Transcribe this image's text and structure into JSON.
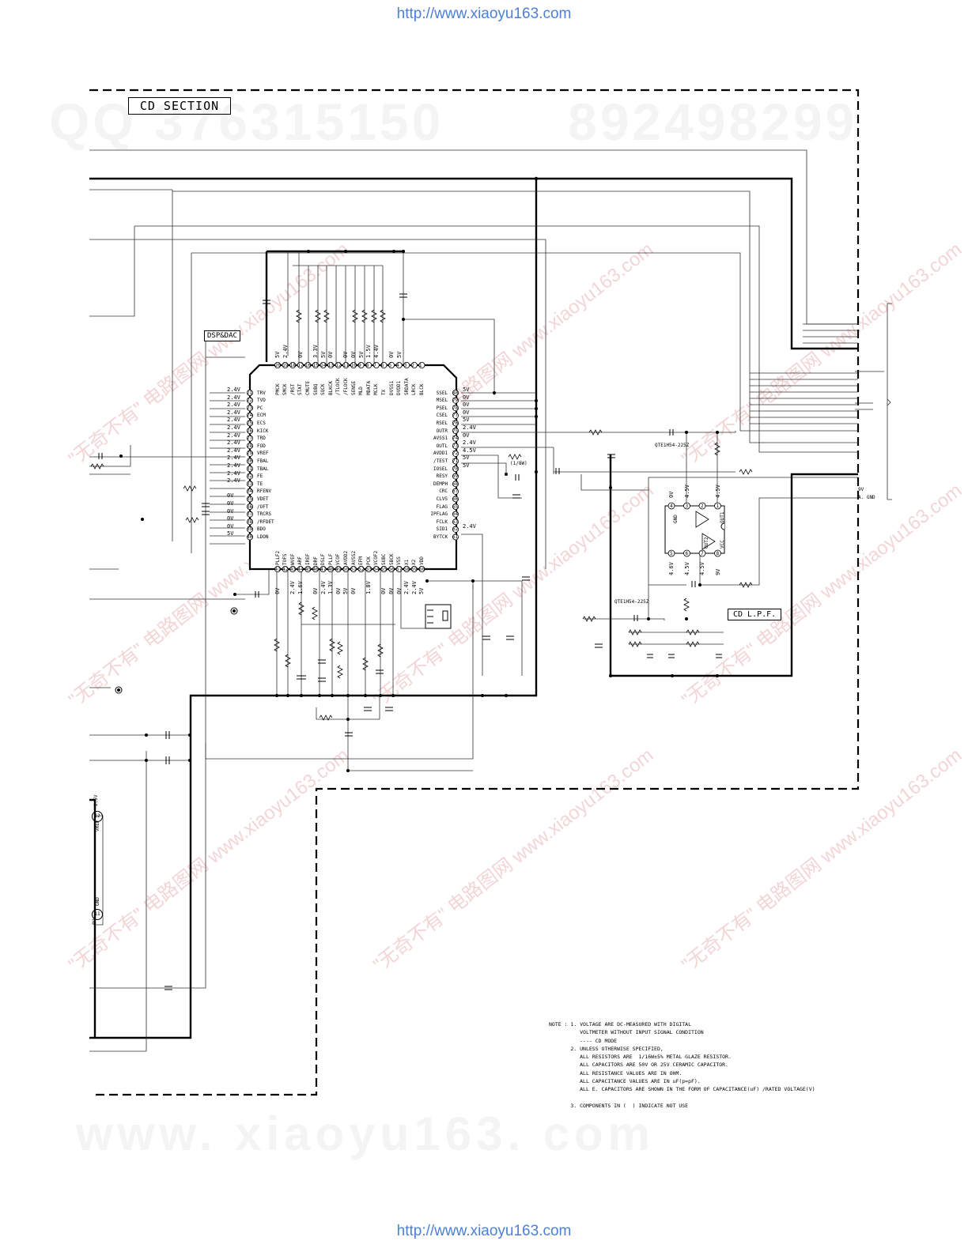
{
  "header_url": "http://www.xiaoyu163.com",
  "footer_url": "http://www.xiaoyu163.com",
  "watermarks": {
    "qq": "QQ 376315150",
    "phone": "892498299",
    "site": "www. xiaoyu163. com",
    "cn": "\"无奇不有\" 电路图网 www.xiaoyu163.com"
  },
  "section_title": "CD SECTION",
  "dsp_label": "DSP&DAC",
  "lpf_label": "CD L.P.F.",
  "ic_main": {
    "left_pins": [
      {
        "num": "21",
        "name": "TRV",
        "volt": "2.4V"
      },
      {
        "num": "22",
        "name": "TVD",
        "volt": "2.4V"
      },
      {
        "num": "23",
        "name": "PC",
        "volt": "2.4V"
      },
      {
        "num": "24",
        "name": "ECM",
        "volt": "2.4V"
      },
      {
        "num": "25",
        "name": "ECS",
        "volt": "2.4V"
      },
      {
        "num": "26",
        "name": "KICK",
        "volt": "2.4V"
      },
      {
        "num": "27",
        "name": "TRD",
        "volt": "2.4V"
      },
      {
        "num": "28",
        "name": "FOD",
        "volt": "2.4V"
      },
      {
        "num": "29",
        "name": "VREF",
        "volt": "2.4V"
      },
      {
        "num": "30",
        "name": "FBAL",
        "volt": "2.4V"
      },
      {
        "num": "31",
        "name": "TBAL",
        "volt": "2.4V"
      },
      {
        "num": "32",
        "name": "FE",
        "volt": "2.4V"
      },
      {
        "num": "33",
        "name": "TE",
        "volt": "2.4V"
      },
      {
        "num": "34",
        "name": "RFENV",
        "volt": ""
      },
      {
        "num": "35",
        "name": "VDET",
        "volt": "0V"
      },
      {
        "num": "36",
        "name": "/OFT",
        "volt": "0V"
      },
      {
        "num": "37",
        "name": "TRCRS",
        "volt": "0V"
      },
      {
        "num": "38",
        "name": "/RFDET",
        "volt": "0V"
      },
      {
        "num": "39",
        "name": "BDO",
        "volt": "0V"
      },
      {
        "num": "40",
        "name": "LDON",
        "volt": "5V"
      }
    ],
    "right_pins": [
      {
        "num": "80",
        "name": "SSEL",
        "volt": "5V"
      },
      {
        "num": "79",
        "name": "MSEL",
        "volt": "0V"
      },
      {
        "num": "78",
        "name": "PSEL",
        "volt": "0V"
      },
      {
        "num": "77",
        "name": "CSEL",
        "volt": "0V"
      },
      {
        "num": "76",
        "name": "RSEL",
        "volt": "5V"
      },
      {
        "num": "75",
        "name": "OUTR",
        "volt": "2.4V"
      },
      {
        "num": "74",
        "name": "AVSS1",
        "volt": "0V"
      },
      {
        "num": "73",
        "name": "OUTL",
        "volt": "2.4V"
      },
      {
        "num": "72",
        "name": "AVDD1",
        "volt": "4.5V"
      },
      {
        "num": "71",
        "name": "/TEST",
        "volt": "5V"
      },
      {
        "num": "70",
        "name": "IOSEL",
        "volt": "5V"
      },
      {
        "num": "69",
        "name": "RESY",
        "volt": ""
      },
      {
        "num": "68",
        "name": "DEMPH",
        "volt": ""
      },
      {
        "num": "67",
        "name": "CRC",
        "volt": ""
      },
      {
        "num": "66",
        "name": "CLVS",
        "volt": ""
      },
      {
        "num": "65",
        "name": "FLAG",
        "volt": ""
      },
      {
        "num": "64",
        "name": "IPFLAG",
        "volt": ""
      },
      {
        "num": "63",
        "name": "FCLK",
        "volt": ""
      },
      {
        "num": "62",
        "name": "SID1",
        "volt": "2.4V"
      },
      {
        "num": "61",
        "name": "BYTCK",
        "volt": ""
      }
    ],
    "top_pins": [
      {
        "num": "20",
        "name": "PMCK",
        "volt": "5V"
      },
      {
        "num": "19",
        "name": "SMCK",
        "volt": "2.4V"
      },
      {
        "num": "18",
        "name": "/RST",
        "volt": ""
      },
      {
        "num": "17",
        "name": "STAT",
        "volt": "0V"
      },
      {
        "num": "16",
        "name": "CMUTE",
        "volt": ""
      },
      {
        "num": "15",
        "name": "SUBQ",
        "volt": "3.3V"
      },
      {
        "num": "14",
        "name": "SQCK",
        "volt": "5V"
      },
      {
        "num": "13",
        "name": "BLKCK",
        "volt": "0V"
      },
      {
        "num": "12",
        "name": "/TLOCK",
        "volt": ""
      },
      {
        "num": "11",
        "name": "/FLOCK",
        "volt": "0V"
      },
      {
        "num": "10",
        "name": "SENSE",
        "volt": "0V"
      },
      {
        "num": "9",
        "name": "MLD",
        "volt": "5V"
      },
      {
        "num": "8",
        "name": "MDATA",
        "volt": "1.5V"
      },
      {
        "num": "7",
        "name": "MCLK",
        "volt": "4.4V"
      },
      {
        "num": "6",
        "name": "TX",
        "volt": ""
      },
      {
        "num": "5",
        "name": "DVSS1",
        "volt": "0V"
      },
      {
        "num": "4",
        "name": "DVDD1",
        "volt": "5V"
      },
      {
        "num": "3",
        "name": "SRDATA",
        "volt": ""
      },
      {
        "num": "2",
        "name": "LRCK",
        "volt": ""
      },
      {
        "num": "1",
        "name": "BLCK",
        "volt": ""
      }
    ],
    "bottom_pins": [
      {
        "num": "41",
        "name": "PLLF2",
        "volt": "0V"
      },
      {
        "num": "42",
        "name": "TOFS",
        "volt": ""
      },
      {
        "num": "43",
        "name": "WVEF",
        "volt": "2.4V"
      },
      {
        "num": "44",
        "name": "ARF",
        "volt": "1.6V"
      },
      {
        "num": "45",
        "name": "IREF",
        "volt": ""
      },
      {
        "num": "46",
        "name": "DRF",
        "volt": "0V"
      },
      {
        "num": "47",
        "name": "DSLF",
        "volt": "2.4V"
      },
      {
        "num": "48",
        "name": "PLLF",
        "volt": "1.3V"
      },
      {
        "num": "49",
        "name": "VCOF",
        "volt": "0V"
      },
      {
        "num": "50",
        "name": "AVDD2",
        "volt": "5V"
      },
      {
        "num": "51",
        "name": "AVSS2",
        "volt": "0V"
      },
      {
        "num": "52",
        "name": "EFM",
        "volt": ""
      },
      {
        "num": "53",
        "name": "PCK",
        "volt": "1.8V"
      },
      {
        "num": "54",
        "name": "VCOF2",
        "volt": ""
      },
      {
        "num": "55",
        "name": "SUBC",
        "volt": "0V"
      },
      {
        "num": "56",
        "name": "SBCK",
        "volt": "0V"
      },
      {
        "num": "57",
        "name": "VSS",
        "volt": "0V"
      },
      {
        "num": "58",
        "name": "X1",
        "volt": "2.4V"
      },
      {
        "num": "59",
        "name": "X2",
        "volt": "2.4V"
      },
      {
        "num": "60",
        "name": "VDD",
        "volt": "5V"
      }
    ]
  },
  "ic_opamp": {
    "top_pins": [
      {
        "num": "4",
        "name": "GND",
        "volt": "0V"
      },
      {
        "num": "3",
        "name": "",
        "volt": "4.5V"
      },
      {
        "num": "2",
        "name": "",
        "volt": ""
      },
      {
        "num": "1",
        "name": "OUT1",
        "volt": "4.5V"
      }
    ],
    "bottom_pins": [
      {
        "num": "5",
        "name": "",
        "volt": "4.6V"
      },
      {
        "num": "6",
        "name": "",
        "volt": "4.5V"
      },
      {
        "num": "7",
        "name": "OUT2",
        "volt": "4.5V"
      },
      {
        "num": "8",
        "name": "VCC",
        "volt": "9V"
      }
    ]
  },
  "parts": {
    "cap1": "QTE1H54-225Z",
    "cap2": "QTE1H54-225Z",
    "res_note": "(1/8W)"
  },
  "connector_labels": {
    "v9": "9V",
    "agnd": "A. GND",
    "vref_pin": "12",
    "vref_name": "VREF",
    "vref_volt": "2.5V",
    "gnd_pin": "11",
    "gnd_name": "GND",
    "gnd_volt": "0V"
  },
  "notes": [
    "NOTE : 1. VOLTAGE ARE DC-MEASURED WITH DIGITAL",
    "          VOLTMETER WITHOUT INPUT SIGNAL CONDITION",
    "          ---- CD MODE",
    "       2. UNLESS OTHERWISE SPECIFIED,",
    "          ALL RESISTORS ARE  1/16W±5% METAL GLAZE RESISTOR.",
    "          ALL CAPACITORS ARE 50V OR 25V CERAMIC CAPACITOR.",
    "          ALL RESISTANCE VALUES ARE IN OHM.",
    "          ALL CAPACITANCE VALUES ARE IN uF(p=pF).",
    "          ALL E. CAPACITORS ARE SHOWN IN THE FORM OF CAPACITANCE(uF) /RATED VOLTAGE(V)",
    "",
    "       3. COMPONENTS IN (  ) INDICATE NOT USE"
  ]
}
